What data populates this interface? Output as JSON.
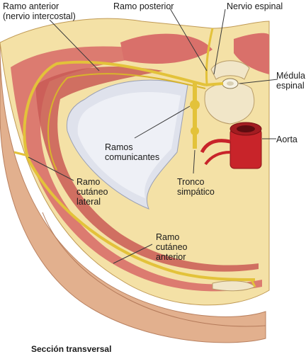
{
  "labels": {
    "ramo_anterior": "Ramo anterior",
    "nervio_intercostal": "(nervio intercostal)",
    "ramo_posterior": "Ramo posterior",
    "nervio_espinal": "Nervio espinal",
    "medula_line1": "Médula",
    "medula_line2": "espinal",
    "aorta": "Aorta",
    "ramos_line1": "Ramos",
    "ramos_line2": "comunicantes",
    "tronco_line1": "Tronco",
    "tronco_line2": "simpático",
    "lateral_line1": "Ramo",
    "lateral_line2": "cutáneo",
    "lateral_line3": "lateral",
    "anterior_line1": "Ramo",
    "anterior_line2": "cutáneo",
    "anterior_line3": "anterior",
    "caption": "Sección transversal"
  },
  "colors": {
    "skin": "#e8b895",
    "skin_dark": "#c98a6a",
    "fat": "#f4e1a6",
    "muscle": "#d9706a",
    "nerve": "#e3c23a",
    "pleura": "#dfe2ec",
    "aorta": "#c8242a",
    "bone": "#f1e6c8"
  }
}
